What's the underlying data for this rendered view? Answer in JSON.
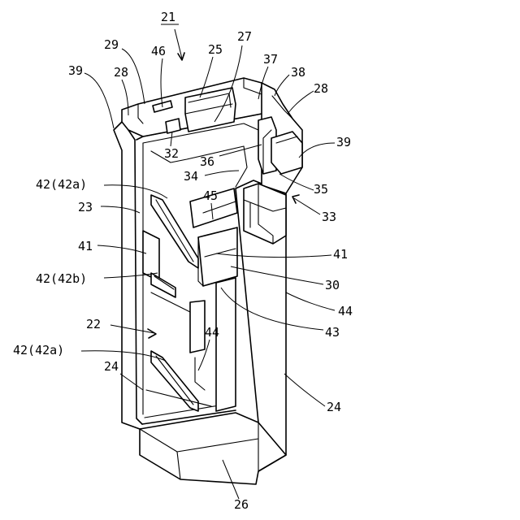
{
  "figure": {
    "title_ref": "21",
    "labels": {
      "l29": "29",
      "l46": "46",
      "l25": "25",
      "l27": "27",
      "l39a": "39",
      "l28a": "28",
      "l37": "37",
      "l38": "38",
      "l28b": "28",
      "l32": "32",
      "l36": "36",
      "l39b": "39",
      "l34": "34",
      "l35": "35",
      "l42a_top": "42(42a)",
      "l45": "45",
      "l33": "33",
      "l23": "23",
      "l41a": "41",
      "l41b": "41",
      "l42b": "42(42b)",
      "l30": "30",
      "l44a": "44",
      "l22": "22",
      "l43": "43",
      "l44b": "44",
      "l42a_bot": "42(42a)",
      "l24a": "24",
      "l24b": "24",
      "l26": "26"
    }
  }
}
